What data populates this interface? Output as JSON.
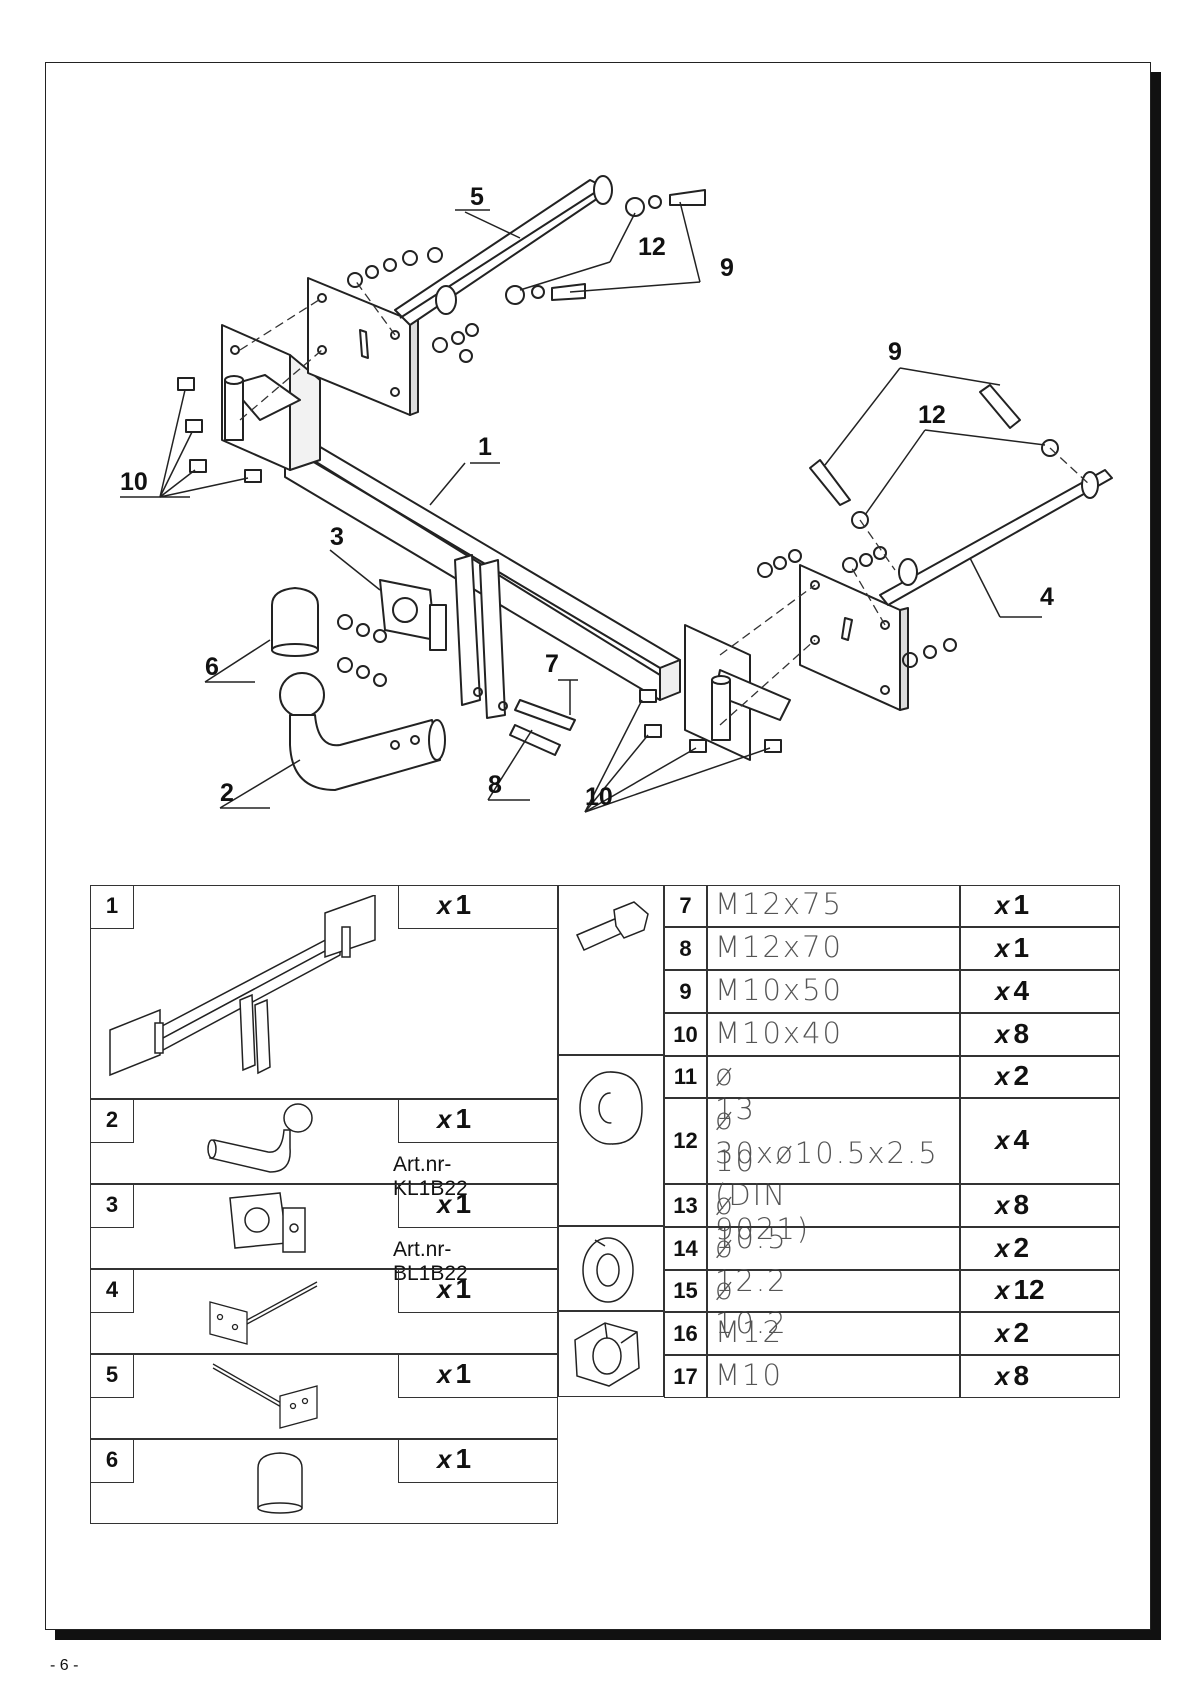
{
  "page_number": "- 6 -",
  "callouts": {
    "c1": "1",
    "c2": "2",
    "c3": "3",
    "c4": "4",
    "c5": "5",
    "c6": "6",
    "c7": "7",
    "c8": "8",
    "c9a": "9",
    "c9b": "9",
    "c10a": "10",
    "c10b": "10",
    "c12a": "12",
    "c12b": "12"
  },
  "parts_left": [
    {
      "index": "1",
      "qty": "1",
      "article": ""
    },
    {
      "index": "2",
      "qty": "1",
      "article": "Art.nr-KL1B22"
    },
    {
      "index": "3",
      "qty": "1",
      "article": "Art.nr-BL1B22"
    },
    {
      "index": "4",
      "qty": "1",
      "article": ""
    },
    {
      "index": "5",
      "qty": "1",
      "article": ""
    },
    {
      "index": "6",
      "qty": "1",
      "article": ""
    }
  ],
  "parts_right": [
    {
      "index": "7",
      "spec": "M12x75",
      "qty": "1"
    },
    {
      "index": "8",
      "spec": "M12x70",
      "qty": "1"
    },
    {
      "index": "9",
      "spec": "M10x50",
      "qty": "4"
    },
    {
      "index": "10",
      "spec": "M10x40",
      "qty": "8"
    },
    {
      "index": "11",
      "spec": "ø 13",
      "qty": "2"
    },
    {
      "index": "12",
      "spec": "ø 30xø10.5x2.5",
      "spec2": "10  (DIN 9021)",
      "qty": "4"
    },
    {
      "index": "13",
      "spec": "ø 10.5",
      "qty": "8"
    },
    {
      "index": "14",
      "spec": "ø 12.2",
      "qty": "2"
    },
    {
      "index": "15",
      "spec": "ø 10.2",
      "qty": "12"
    },
    {
      "index": "16",
      "spec": "M12",
      "qty": "2"
    },
    {
      "index": "17",
      "spec": "M10",
      "qty": "8"
    }
  ],
  "qty_prefix": "x",
  "icons": [
    "bolt-icon",
    "washer-icon",
    "spring-washer-icon",
    "nut-icon"
  ]
}
